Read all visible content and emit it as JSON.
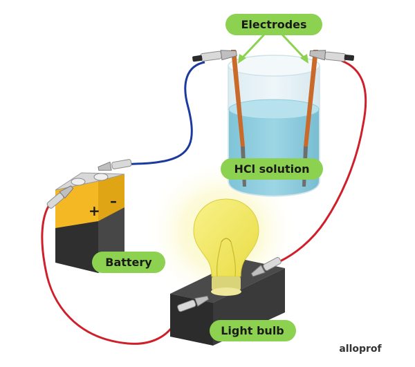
{
  "labels": {
    "electrodes": "Electrodes",
    "hcl_solution": "HCl solution",
    "battery": "Battery",
    "light_bulb": "Light bulb"
  },
  "battery": {
    "positive_sign": "+",
    "negative_sign": "–"
  },
  "logo": "alloprof",
  "colors": {
    "label_bg": "#8cd14f",
    "arrow": "#8cd14f",
    "wire_red": "#cf1f2a",
    "wire_blue": "#1c3a9e",
    "electrode": "#c96a2b",
    "solution": "#8ecfe0",
    "battery_top": "#f4b824",
    "battery_body": "#3a3a3a",
    "bulb": "#f3ea6a"
  },
  "icons": [
    "alligator-clip-icon",
    "light-bulb-icon",
    "battery-icon",
    "beaker-icon"
  ]
}
